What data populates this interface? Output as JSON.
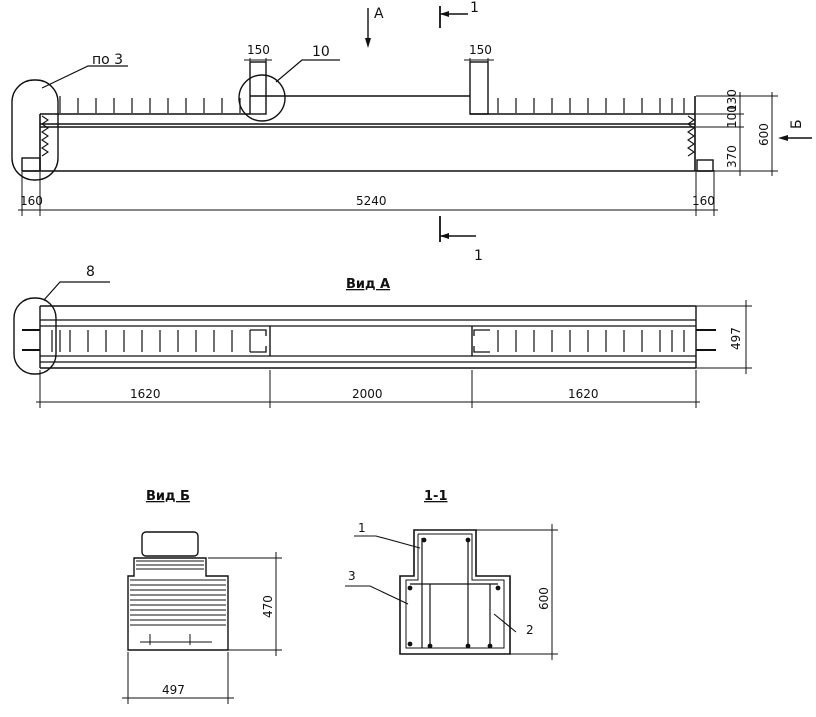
{
  "elevation": {
    "section_arrow_label": "1",
    "view_a_arrow_label": "А",
    "view_b_arrow_label": "Б",
    "callout_detail_3": "по 3",
    "callout_detail_10": "10",
    "dim_top_left": "150",
    "dim_top_right": "150",
    "dim_right": [
      "130",
      "100",
      "370"
    ],
    "dim_height": "600",
    "dim_bottom": [
      "160",
      "5240",
      "160"
    ]
  },
  "view_a": {
    "title": "Вид А",
    "callout": "8",
    "dim_bottom": [
      "1620",
      "2000",
      "1620"
    ],
    "dim_right": "497"
  },
  "view_b": {
    "title": "Вид Б",
    "dim_height": "470",
    "dim_width": "497"
  },
  "section_1": {
    "title": "1-1",
    "dim_height": "600",
    "callouts": [
      "1",
      "2",
      "3"
    ]
  }
}
